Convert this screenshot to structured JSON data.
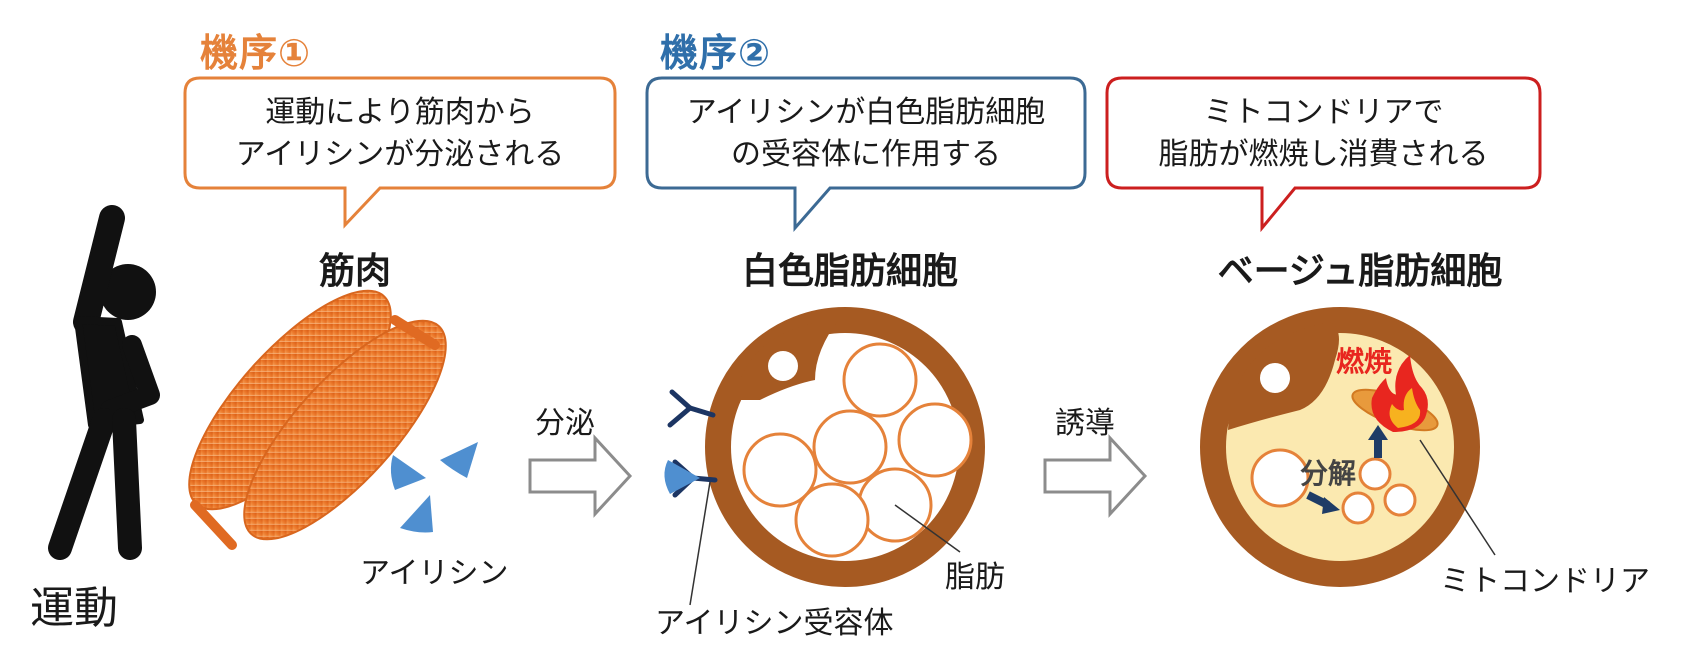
{
  "mechanisms": [
    {
      "label": "機序①",
      "color": "#e5823a"
    },
    {
      "label": "機序②",
      "color": "#2f6faa"
    }
  ],
  "bubbles": [
    {
      "line1": "運動により筋肉から",
      "line2": "アイリシンが分泌される",
      "border": "#e5823a"
    },
    {
      "line1": "アイリシンが白色脂肪細胞",
      "line2": "の受容体に作用する",
      "border": "#3c6a94"
    },
    {
      "line1": "ミトコンドリアで",
      "line2": "脂肪が燃焼し消費される",
      "border": "#cc1f1f"
    }
  ],
  "titles": {
    "muscle": "筋肉",
    "white_fat": "白色脂肪細胞",
    "beige_fat": "ベージュ脂肪細胞"
  },
  "labels": {
    "exercise": "運動",
    "irisin": "アイリシン",
    "secretion": "分泌",
    "induction": "誘導",
    "receptor": "アイリシン受容体",
    "fat": "脂肪",
    "decomposition": "分解",
    "burning": "燃焼",
    "mitochondria": "ミトコンドリア"
  },
  "icons": {
    "person": "stretching-person-icon",
    "muscle": "muscle-icon",
    "arrow": "hollow-right-arrow-icon",
    "flame": "flame-icon"
  },
  "colors": {
    "cell_brown": "#a65a22",
    "fat_orange": "#e5823a",
    "beige_inner": "#fbe9b0",
    "irisin_blue": "#4f8fd0",
    "receptor_navy": "#1c3563",
    "burn_red": "#e8261f"
  }
}
